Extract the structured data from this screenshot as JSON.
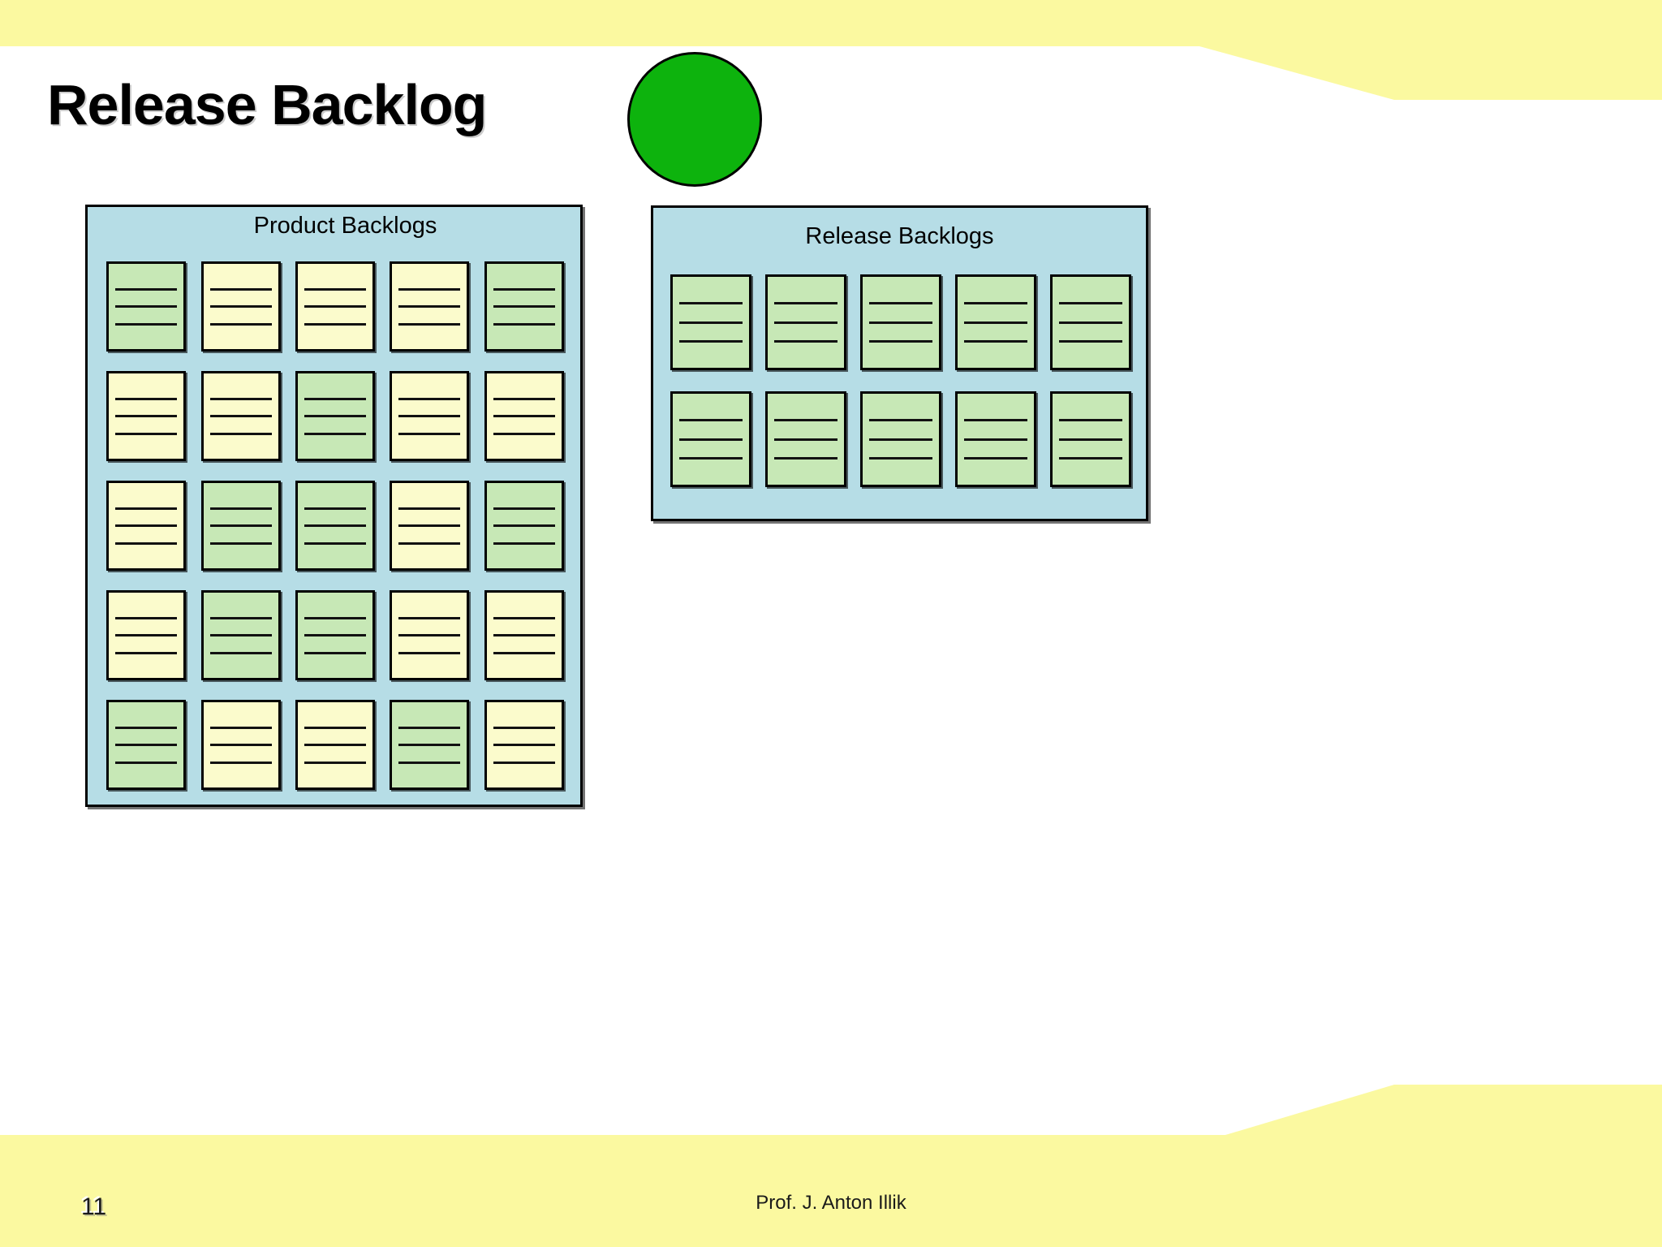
{
  "slide": {
    "title": "Release Backlog",
    "page_number": "11",
    "author": "Prof. J. Anton Illik",
    "accent_band_color": "#fbf9a0",
    "marker_circle_color": "#0db30d",
    "panel_fill_color": "#b6dde6",
    "card_green_color": "#c7e8b6",
    "card_cream_color": "#fbfbcc"
  },
  "panels": [
    {
      "id": "product-backlogs",
      "title": "Product Backlogs",
      "rows": 5,
      "columns": 5,
      "lines_per_card": 3,
      "cards": [
        [
          "green",
          "cream",
          "cream",
          "cream",
          "green"
        ],
        [
          "cream",
          "cream",
          "green",
          "cream",
          "cream"
        ],
        [
          "cream",
          "green",
          "green",
          "cream",
          "green"
        ],
        [
          "cream",
          "green",
          "green",
          "cream",
          "cream"
        ],
        [
          "green",
          "cream",
          "cream",
          "green",
          "cream"
        ]
      ]
    },
    {
      "id": "release-backlogs",
      "title": "Release Backlogs",
      "rows": 2,
      "columns": 5,
      "lines_per_card": 3,
      "cards": [
        [
          "green",
          "green",
          "green",
          "green",
          "green"
        ],
        [
          "green",
          "green",
          "green",
          "green",
          "green"
        ]
      ]
    }
  ]
}
